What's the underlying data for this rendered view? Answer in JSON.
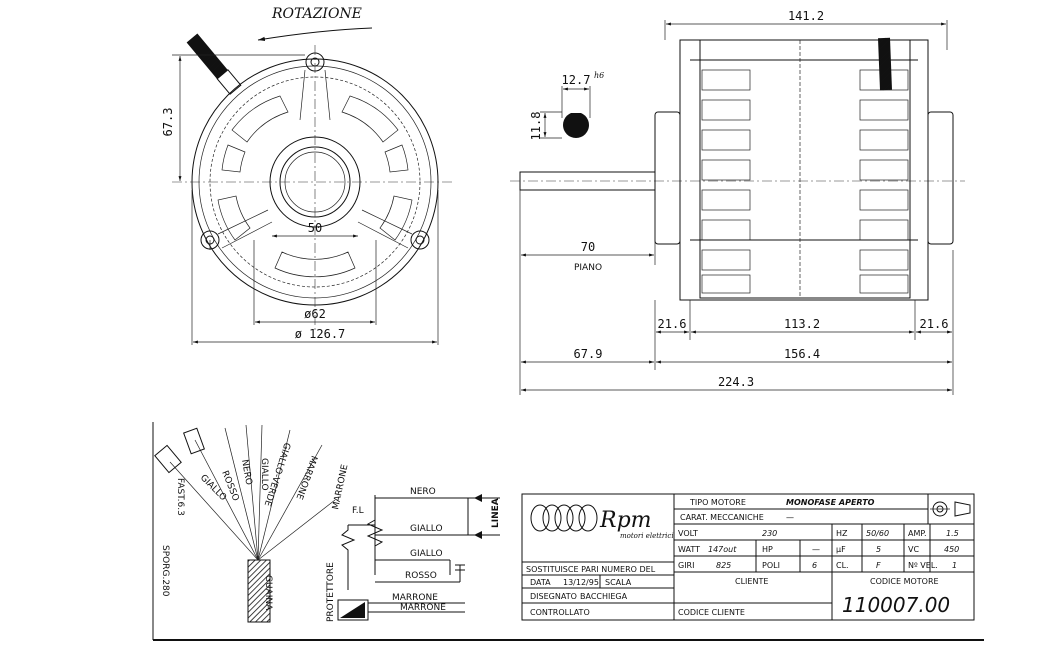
{
  "front_view": {
    "rotation_label": "ROTAZIONE",
    "dim_height": "67.3",
    "dim_center": "50",
    "dim_hub": "ø62",
    "dim_diameter": "ø 126.7"
  },
  "shaft_detail": {
    "dim_width": "12.7",
    "dim_tol": "h6",
    "dim_flat": "11.8"
  },
  "side_view": {
    "dim_total_width": "141.2",
    "dim_shaft": "70",
    "piano_label": "PIANO",
    "dim_left": "21.6",
    "dim_mid": "113.2",
    "dim_right": "21.6",
    "dim_shaft_ext": "67.9",
    "dim_body": "156.4",
    "dim_overall": "224.3"
  },
  "wires": {
    "faston": "FAST.6.3",
    "spring": "SPORG.280",
    "guaina": "GUAINA",
    "giallo": "GIALLO",
    "rosso": "ROSSO",
    "nero": "NERO",
    "giallo_verde": "GIALLO-VERDE",
    "marrone_a": "MARRONE",
    "marrone_b": "MARRONE"
  },
  "schematic": {
    "nero": "NERO",
    "giallo1": "GIALLO",
    "giallo2": "GIALLO",
    "rosso": "ROSSO",
    "marrone1": "MARRONE",
    "marrone2": "MARRONE",
    "linea": "LINEA",
    "protettore": "PROTETTORE",
    "fl": "F.L"
  },
  "title_block": {
    "brand": "Rpm",
    "brand_sub": "motori elettrici",
    "tipo_motore_label": "TIPO MOTORE",
    "tipo_motore_value": "MONOFASE APERTO",
    "carat_label": "CARAT. MECCANICHE",
    "carat_value": "—",
    "volt_label": "VOLT",
    "volt_value": "230",
    "hz_label": "HZ",
    "hz_value": "50/60",
    "amp_label": "AMP.",
    "amp_value": "1.5",
    "watt_label": "WATT",
    "watt_value": "147out",
    "hp_label": "HP",
    "hp_value": "—",
    "uf_label": "µF",
    "uf_value": "5",
    "vc_label": "VC",
    "vc_value": "450",
    "sost_label": "SOSTITUISCE PARI NUMERO DEL",
    "giri_label": "GIRI",
    "giri_value": "825",
    "poli_label": "POLI",
    "poli_value": "6",
    "cl_label": "CL.",
    "cl_value": "F",
    "nvel_label": "Nº VEL.",
    "nvel_value": "1",
    "data_label": "DATA",
    "data_value": "13/12/95",
    "scala_label": "SCALA",
    "cliente_label": "CLIENTE",
    "codice_motore_label": "CODICE MOTORE",
    "disegnato_label": "DISEGNATO",
    "disegnato_value": "BACCHIEGA",
    "controllato_label": "CONTROLLATO",
    "codice_cliente_label": "CODICE CLIENTE",
    "codice_motore_value": "110007.00"
  }
}
